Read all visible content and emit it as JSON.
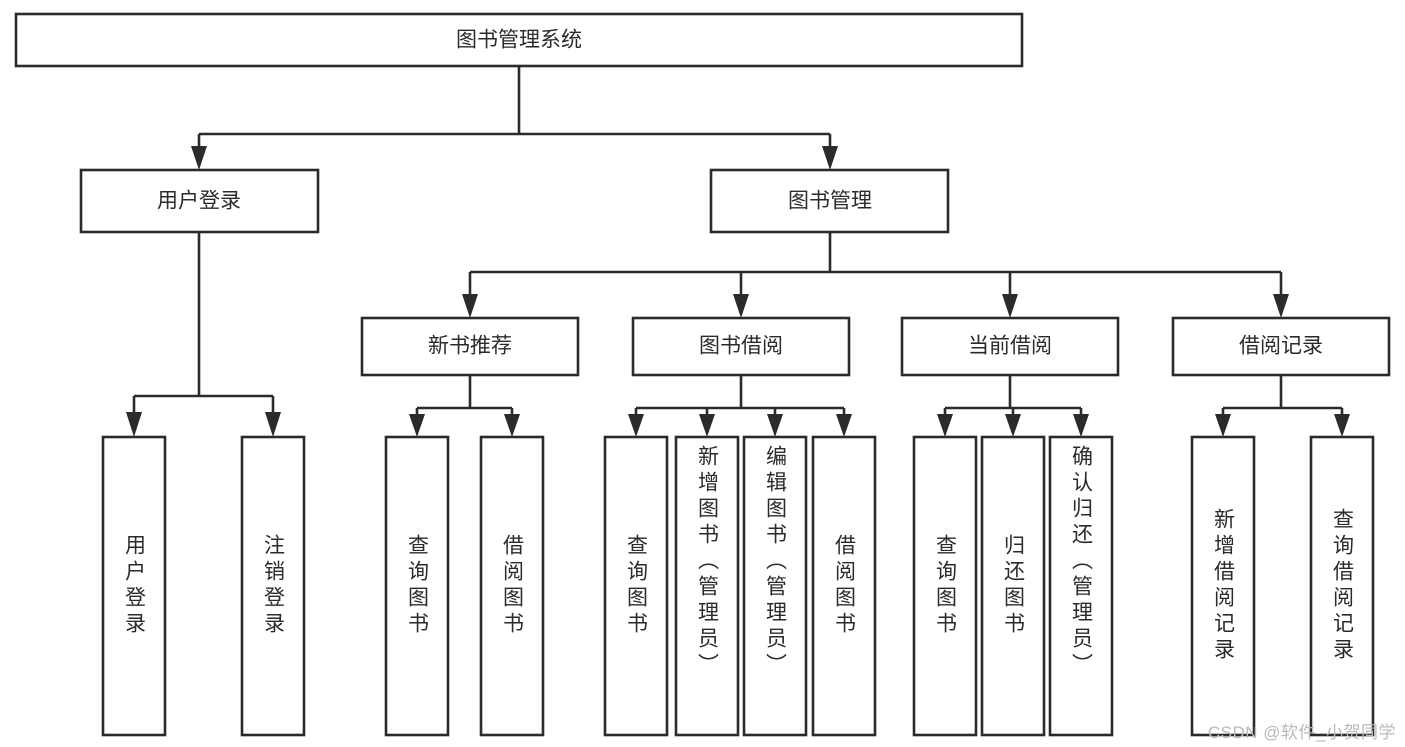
{
  "diagram": {
    "title": "图书管理系统",
    "type": "tree-hierarchy",
    "watermark": "CSDN @软件_小贺同学",
    "root": {
      "id": "root",
      "label": "图书管理系统"
    },
    "level2": [
      {
        "id": "user-login",
        "label": "用户登录"
      },
      {
        "id": "book-management",
        "label": "图书管理"
      }
    ],
    "level3": [
      {
        "id": "new-book-recommend",
        "label": "新书推荐"
      },
      {
        "id": "book-borrow",
        "label": "图书借阅"
      },
      {
        "id": "current-borrow",
        "label": "当前借阅"
      },
      {
        "id": "borrow-record",
        "label": "借阅记录"
      }
    ],
    "leaves": {
      "user_login": [
        {
          "id": "leaf-user-login",
          "label": "用户登录"
        },
        {
          "id": "leaf-logout",
          "label": "注销登录"
        }
      ],
      "new_book_recommend": [
        {
          "id": "leaf-query-book-1",
          "label": "查询图书"
        },
        {
          "id": "leaf-borrow-book-1",
          "label": "借阅图书"
        }
      ],
      "book_borrow": [
        {
          "id": "leaf-query-book-2",
          "label": "查询图书"
        },
        {
          "id": "leaf-add-book",
          "label": "新增图书（管理员）"
        },
        {
          "id": "leaf-edit-book",
          "label": "编辑图书（管理员）"
        },
        {
          "id": "leaf-borrow-book-2",
          "label": "借阅图书"
        }
      ],
      "current_borrow": [
        {
          "id": "leaf-query-book-3",
          "label": "查询图书"
        },
        {
          "id": "leaf-return-book",
          "label": "归还图书"
        },
        {
          "id": "leaf-confirm-return",
          "label": "确认归还（管理员）"
        }
      ],
      "borrow_record": [
        {
          "id": "leaf-add-record",
          "label": "新增借阅记录"
        },
        {
          "id": "leaf-query-record",
          "label": "查询借阅记录"
        }
      ]
    },
    "colors": {
      "stroke": "#2b2b2b",
      "fill": "#ffffff",
      "text": "#2b2b2b",
      "watermark": "#b9b9b9",
      "background": "#ffffff"
    }
  }
}
